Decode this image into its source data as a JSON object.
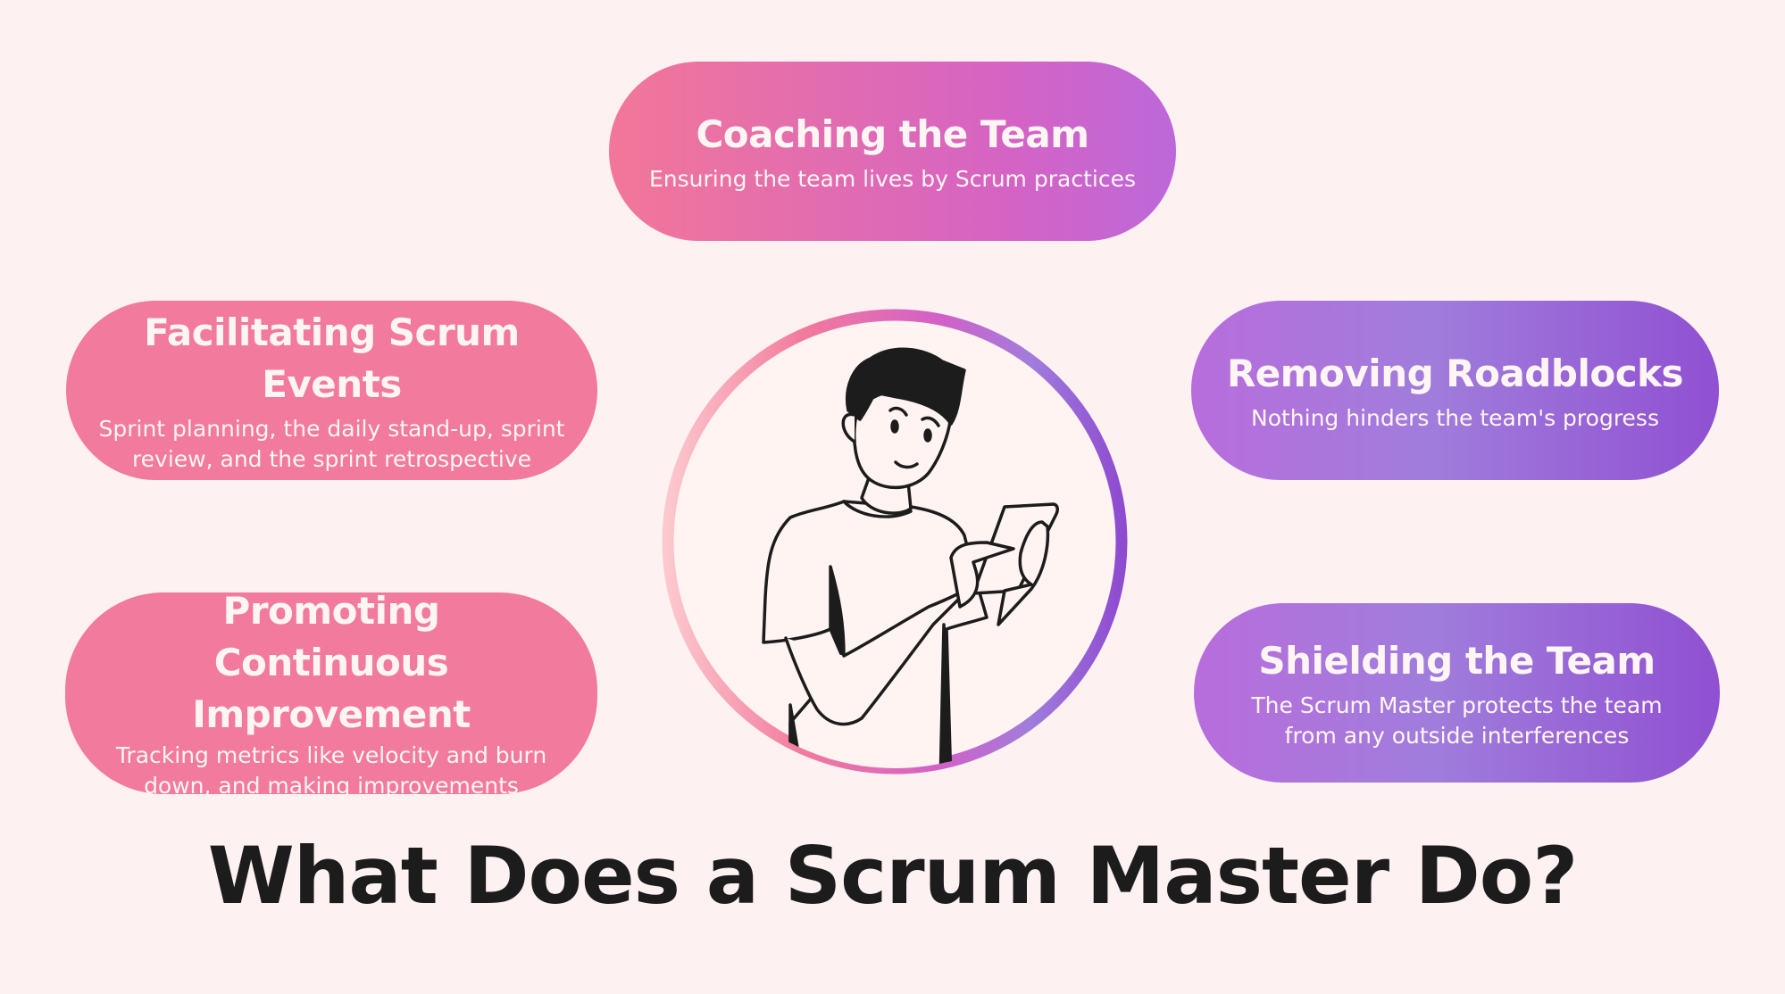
{
  "title": "What Does a Scrum Master Do?",
  "roles": [
    {
      "title": "Coaching the Team",
      "subtitle": "Ensuring the team lives by Scrum practices"
    },
    {
      "title": "Facilitating Scrum Events",
      "subtitle": "Sprint planning, the daily stand-up, sprint review, and the sprint retrospective"
    },
    {
      "title": "Promoting Continuous Improvement",
      "subtitle": "Tracking metrics like velocity and burn down, and making improvements"
    },
    {
      "title": "Removing Roadblocks",
      "subtitle": "Nothing hinders the team's progress"
    },
    {
      "title": "Shielding the Team",
      "subtitle": "The Scrum Master protects the team from any outside interferences"
    }
  ],
  "colors": {
    "background": "#fdf2f1",
    "pink": "#f27a9c",
    "purple": "#9050d2"
  }
}
